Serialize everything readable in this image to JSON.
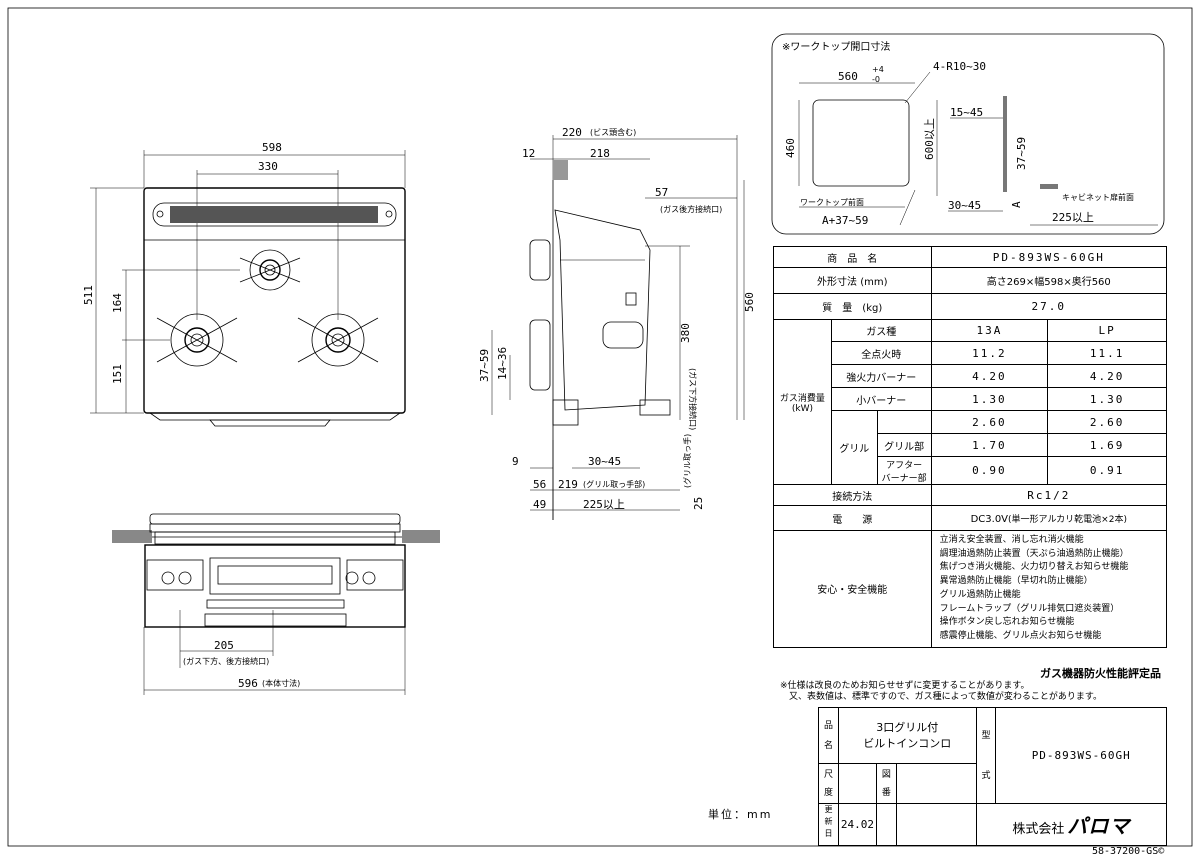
{
  "front": {
    "dim_width": "598",
    "dim_burner_spacing": "330",
    "dim_depth": "511",
    "dim_164": "164",
    "dim_151": "151"
  },
  "side": {
    "dim_220": "220",
    "dim_220_note": "(ビス頭含む)",
    "dim_12": "12",
    "dim_218": "218",
    "dim_57": "57",
    "dim_57_note": "(ガス後方接続口)",
    "dim_560": "560",
    "dim_380": "380",
    "dim_380_note": "(ガス下方接続口)",
    "dim_37_59": "37~59",
    "dim_14_36": "14~36",
    "dim_9": "9",
    "dim_30_45": "30~45",
    "dim_56": "56",
    "dim_219": "219",
    "dim_219_note": "(グリル取っ手部)",
    "dim_25": "25",
    "dim_25_note": "(グリル取っ手)",
    "dim_49": "49",
    "dim_225": "225以上"
  },
  "bottom": {
    "dim_205": "205",
    "dim_205_note": "(ガス下方、後方接続口)",
    "dim_596": "596",
    "dim_596_note": "(本体寸法)"
  },
  "inset": {
    "title": "※ワークトップ開口寸法",
    "dim_560": "560",
    "tol_plus": "+4",
    "tol_zero": "-0",
    "radius": "4-R10~30",
    "dim_460": "460",
    "dim_600": "600以上",
    "front_label": "ワークトップ前面",
    "a_formula": "A+37~59",
    "dim_15_45": "15~45",
    "dim_37_59": "37~59",
    "dim_30_45": "30~45",
    "a_label": "A",
    "cabinet_label": "キャビネット扉前面",
    "dim_225": "225以上"
  },
  "spec": {
    "product_name_label": "商　品　名",
    "product_name": "PD-893WS-60GH",
    "dims_label": "外形寸法 (mm)",
    "dims_value": "高さ269×幅598×奥行560",
    "mass_label": "質　量　(kg)",
    "mass_value": "27.0",
    "gas_label": "ガス消費量\n(kW)",
    "gas_type_label": "ガス種",
    "col_13a": "13A",
    "col_lp": "LP",
    "rows": [
      {
        "label": "全点火時",
        "a": "11.2",
        "b": "11.1"
      },
      {
        "label": "強火力バーナー",
        "a": "4.20",
        "b": "4.20"
      },
      {
        "label": "小バーナー",
        "a": "1.30",
        "b": "1.30"
      }
    ],
    "grill_label": "グリル",
    "grill_total": {
      "a": "2.60",
      "b": "2.60"
    },
    "grill_part_label": "グリル部",
    "grill_part": {
      "a": "1.70",
      "b": "1.69"
    },
    "after_label": "アフター\nバーナー部",
    "after": {
      "a": "0.90",
      "b": "0.91"
    },
    "connect_label": "接続方法",
    "connect_value": "Rc1/2",
    "power_label": "電　　源",
    "power_value": "DC3.0V",
    "power_note": "(単一形アルカリ乾電池×2本)",
    "safety_label": "安心・安全機能",
    "safety_items": [
      "立消え安全装置、消し忘れ消火機能",
      "調理油過熱防止装置（天ぷら油過熱防止機能）",
      "焦げつき消火機能、火力切り替えお知らせ機能",
      "異常過熱防止機能（早切れ防止機能）",
      "グリル過熱防止機能",
      "フレームトラップ（グリル排気口遮炎装置）",
      "操作ボタン戻し忘れお知らせ機能",
      "感震停止機能、グリル点火お知らせ機能"
    ]
  },
  "cert_label": "ガス機器防火性能評定品",
  "notes": [
    "※仕様は改良のためお知らせせずに変更することがあります。",
    "　又、表数値は、標準ですので、ガス種によって数値が変わることがあります。"
  ],
  "unit_label": "単位：mm",
  "title_block": {
    "name_label_1": "品",
    "name_label_2": "名",
    "name_line1": "3口グリル付",
    "name_line2": "ビルトインコンロ",
    "model_label_1": "型",
    "model_label_2": "式",
    "model": "PD-893WS-60GH",
    "scale_label_1": "尺",
    "scale_label_2": "度",
    "drawing_label_1": "図",
    "drawing_label_2": "番",
    "update_label": "更新日",
    "date": "24.02",
    "company_prefix": "株式会社",
    "company_logo": "パロマ"
  },
  "doc_number": "58-37200-GS©"
}
